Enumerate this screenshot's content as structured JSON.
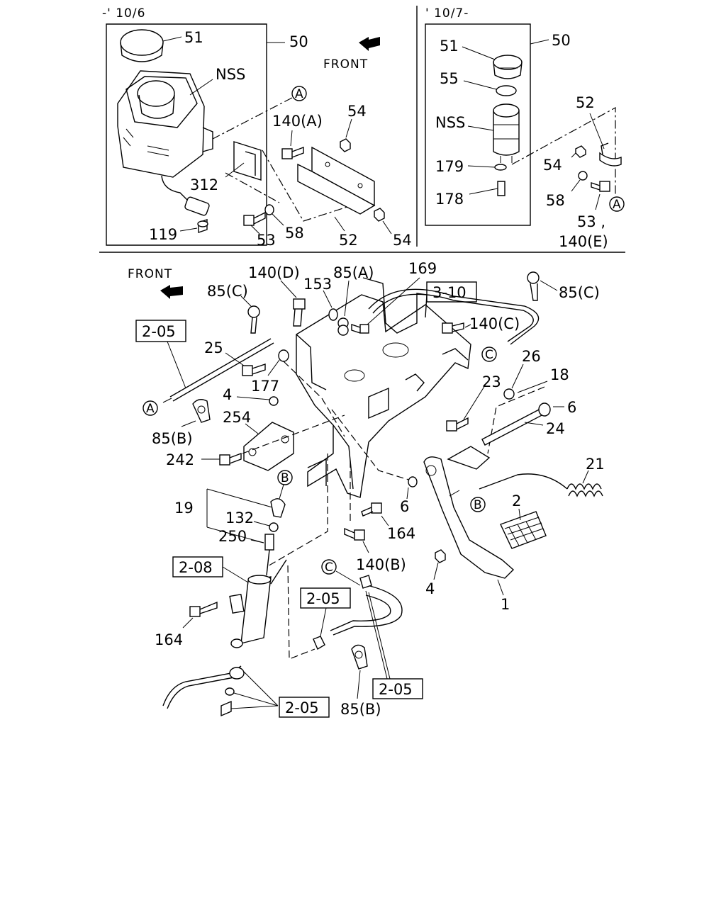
{
  "periods": {
    "left": "-' 10/6",
    "right": "' 10/7-"
  },
  "front_labels": {
    "top": "FRONT",
    "bottom": "FRONT"
  },
  "circled_letters": {
    "a": "A",
    "b": "B",
    "c": "C"
  },
  "top_left_labels": {
    "p51": "51",
    "p50": "50",
    "nss": "NSS",
    "p140a": "140(A)",
    "p54a": "54",
    "p312": "312",
    "p119": "119",
    "p53": "53",
    "p58": "58",
    "p52": "52",
    "p54b": "54"
  },
  "top_right_labels": {
    "p51": "51",
    "p55": "55",
    "p50": "50",
    "nss": "NSS",
    "p179": "179",
    "p178": "178",
    "p52": "52",
    "p54": "54",
    "p58": "58",
    "p53": "53 ,",
    "p140e": "140(E)"
  },
  "bottom_labels": {
    "p140d": "140(D)",
    "p85a": "85(A)",
    "p169": "169",
    "p153": "153",
    "p85c_left": "85(C)",
    "p85c_right": "85(C)",
    "p140c": "140(C)",
    "p25": "25",
    "p177": "177",
    "p4_top": "4",
    "p26": "26",
    "p23": "23",
    "p18": "18",
    "p6_right": "6",
    "p24": "24",
    "p85b_left": "85(B)",
    "p254": "254",
    "p242": "242",
    "p21": "21",
    "p2": "2",
    "p6_mid": "6",
    "p19": "19",
    "p132": "132",
    "p250": "250",
    "p164_mid": "164",
    "p140b": "140(B)",
    "p4_bottom": "4",
    "p1": "1",
    "p164_left": "164",
    "p85b_bottom": "85(B)"
  },
  "ref_boxes": {
    "r310": "3-10",
    "r205_left": "2-05",
    "r208": "2-08",
    "r205_mid": "2-05",
    "r205_right": "2-05",
    "r205_bottom": "2-05"
  }
}
